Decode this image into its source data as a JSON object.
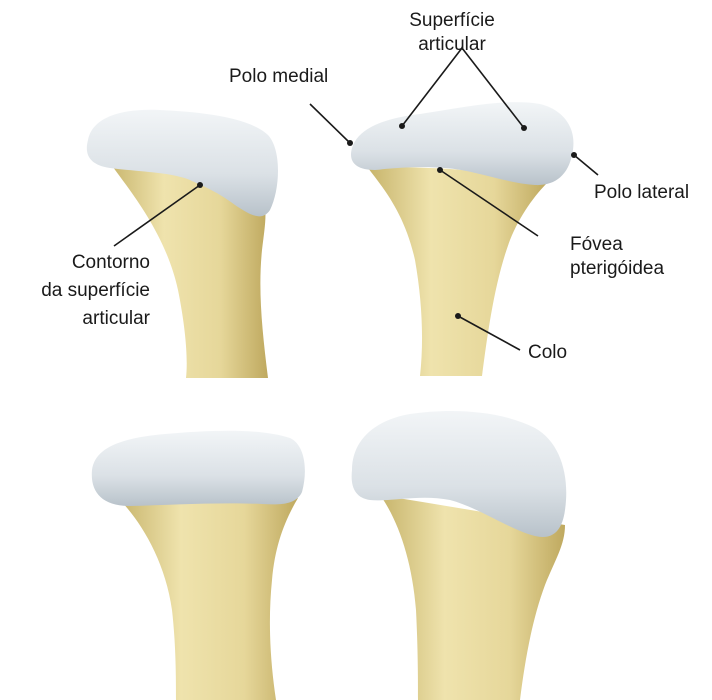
{
  "labels": {
    "superficie_articular_line1": "Superfície",
    "superficie_articular_line2": "articular",
    "polo_medial": "Polo medial",
    "polo_lateral": "Polo lateral",
    "fovea_line1": "Fóvea",
    "fovea_line2": "pterigóidea",
    "colo": "Colo",
    "contorno_line1": "Contorno",
    "contorno_line2": "da superfície",
    "contorno_line3": "articular"
  },
  "colors": {
    "bone": "#e8dca0",
    "bone_shadow": "#c9b56a",
    "cartilage": "#dde3e8",
    "cartilage_shadow": "#b9c3cc",
    "line": "#1a1a1a"
  }
}
